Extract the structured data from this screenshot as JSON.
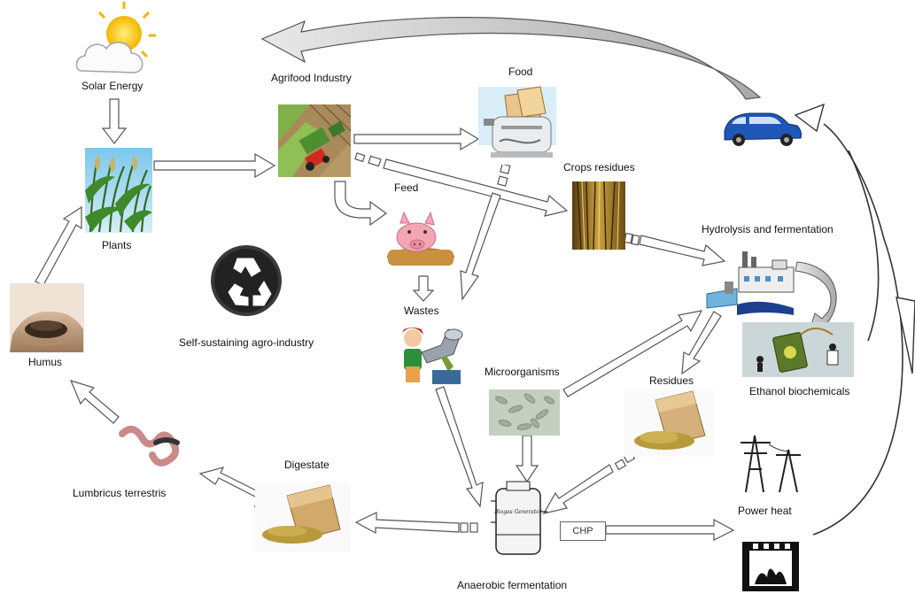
{
  "labels": {
    "solar_energy": "Solar Energy",
    "agrifood_industry": "Agrifood Industry",
    "food": "Food",
    "plants": "Plants",
    "feed": "Feed",
    "crops_residues": "Crops residues",
    "hydrolysis_fermentation": "Hydrolysis and fermentation",
    "wastes": "Wastes",
    "self_sustaining": "Self-sustaining agro-industry",
    "humus": "Humus",
    "microorganisms": "Microorganisms",
    "residues": "Residues",
    "ethanol_biochemicals": "Ethanol biochemicals",
    "digestate": "Digestate",
    "lumbricus": "Lumbricus terrestris",
    "power_heat": "Power heat",
    "chp": "CHP",
    "anaerobic_fermentation": "Anaerobic fermentation",
    "biogas_tank_text": "Biogas Generator"
  },
  "colors": {
    "arrow_stroke": "#555555",
    "arrow_fill": "#ffffff",
    "curve_fill": "#bfbfbf",
    "plants_sky": "#8fd0ee",
    "field_green": "#6a9b3a",
    "straw": "#b08a2a"
  },
  "icons": [
    "sun-cloud-icon",
    "field-tractor-icon",
    "toaster-icon",
    "car-icon",
    "plants-icon",
    "pig-icon",
    "straw-icon",
    "factory-icon",
    "recycle-icon",
    "hands-soil-icon",
    "waste-person-icon",
    "microorganisms-icon",
    "residue-bag-icon",
    "ethanol-can-icon",
    "power-tower-icon",
    "worm-icon",
    "digestate-bag-icon",
    "biogas-tank-icon",
    "furnace-icon"
  ]
}
